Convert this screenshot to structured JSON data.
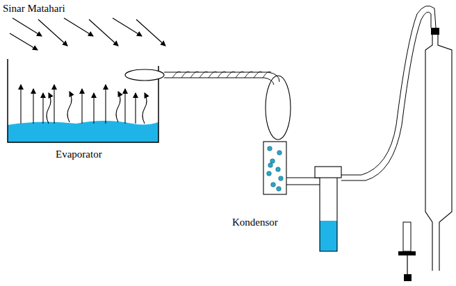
{
  "diagram": {
    "labels": [
      "Sinar Matahari",
      "Evaporator",
      "Kondensor"
    ]
  }
}
